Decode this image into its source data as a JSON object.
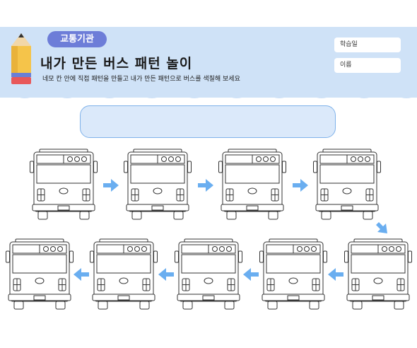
{
  "worksheet": {
    "category_badge": "교통기관",
    "title": "내가 만든 버스 패턴 놀이",
    "instructions": "네모 칸 안에 직접 패턴을 만들고 내가 만든 패턴으로 버스를 색칠해 보세요",
    "fields": {
      "date_label": "학습일",
      "name_label": "이름"
    },
    "answer_box": "",
    "bus_count": 9
  },
  "colors": {
    "header_bg": "#cfe2f7",
    "badge_bg": "#6d7dd8",
    "arrow": "#6aaef0",
    "box_border": "#7fb2ea",
    "box_fill": "#dbe9fa",
    "pencil_body": "#f5c44a",
    "pencil_band": "#6b7fd6",
    "pencil_eraser": "#e8585a"
  },
  "icons": [
    "pencil-icon",
    "arrow-right-icon",
    "arrow-down-icon",
    "arrow-left-icon",
    "bus-icon"
  ]
}
